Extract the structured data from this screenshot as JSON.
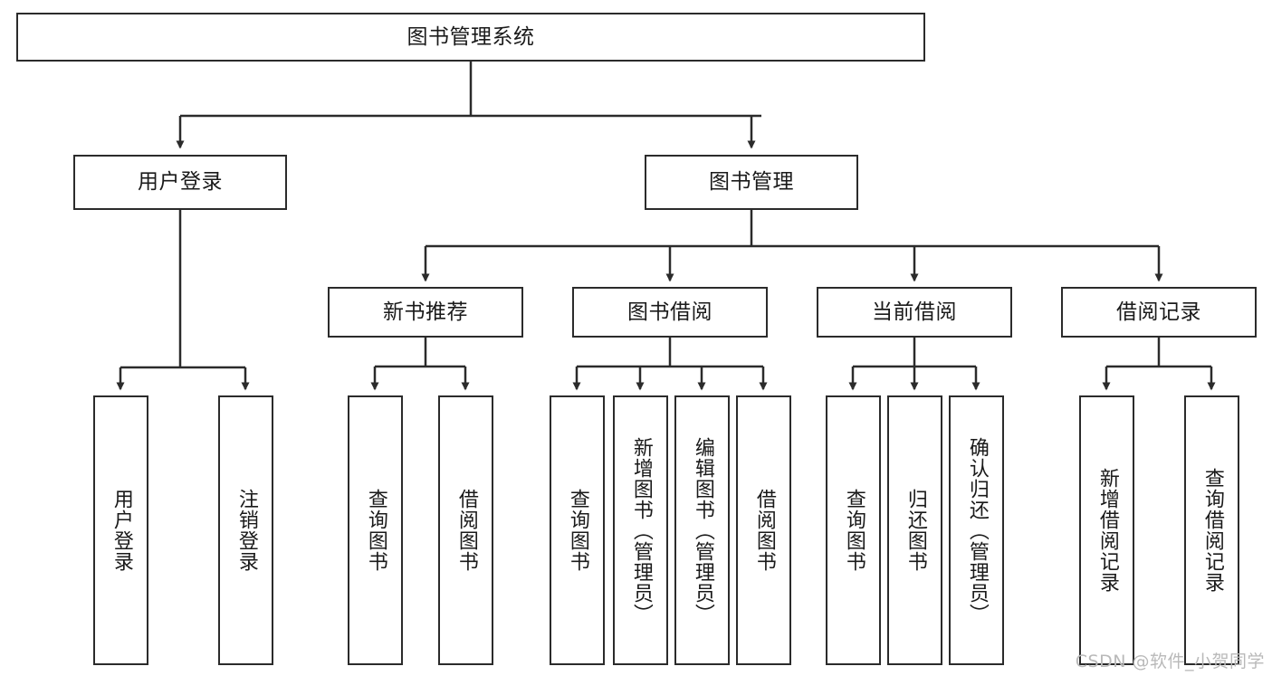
{
  "diagram": {
    "title": "图书管理系统",
    "type": "tree-hierarchy",
    "watermark": "CSDN @软件_小贺同学",
    "colors": {
      "border": "#2b2b2b",
      "background": "#ffffff",
      "text": "#1a1a1a",
      "connector": "#2b2b2b",
      "watermark": "#b9b9b9"
    },
    "root": {
      "label": "图书管理系统"
    },
    "level2": [
      {
        "label": "用户登录"
      },
      {
        "label": "图书管理"
      }
    ],
    "level3": [
      {
        "label": "新书推荐"
      },
      {
        "label": "图书借阅"
      },
      {
        "label": "当前借阅"
      },
      {
        "label": "借阅记录"
      }
    ],
    "leaves": [
      {
        "label": "用户登录"
      },
      {
        "label": "注销登录"
      },
      {
        "label": "查询图书"
      },
      {
        "label": "借阅图书"
      },
      {
        "label": "查询图书"
      },
      {
        "label": "新增图书（管理员）"
      },
      {
        "label": "编辑图书（管理员）"
      },
      {
        "label": "借阅图书"
      },
      {
        "label": "查询图书"
      },
      {
        "label": "归还图书"
      },
      {
        "label": "确认归还（管理员）"
      },
      {
        "label": "新增借阅记录"
      },
      {
        "label": "查询借阅记录"
      }
    ]
  }
}
